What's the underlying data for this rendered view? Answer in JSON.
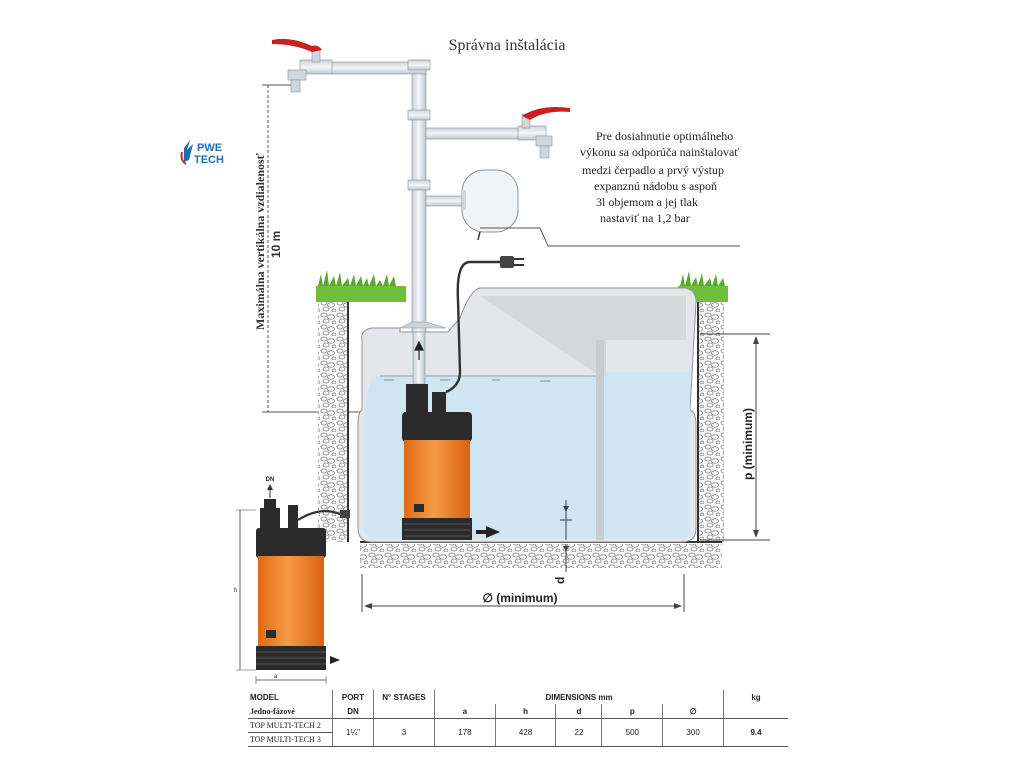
{
  "title": "Správna inštalácia",
  "logo": {
    "line1": "PWE",
    "line2": "TECH"
  },
  "note": [
    "Pre dosiahnutie optimálneho",
    "výkonu sa odporúča  nainštalovať",
    "medzi čerpadlo a prvý výstup",
    "expanznú nádobu s aspoň",
    "3l objemom a jej tlak",
    "nastaviť na 1,2 bar"
  ],
  "labels": {
    "vertical_distance": "Maximálna vertikálna vzdialenosť",
    "vertical_value": "10 m",
    "p_label": "p (minimum)",
    "d_label": "d",
    "diameter_label": "∅ (minimum)",
    "dn": "DN",
    "a": "a",
    "h": "h"
  },
  "table": {
    "headers": {
      "model": "MODEL",
      "model_sub": "Jedno-fázové",
      "port": "PORT",
      "port_sub": "DN",
      "stages": "N° STAGES",
      "dimensions": "DIMENSIONS mm",
      "kg": "kg",
      "dims": [
        "a",
        "h",
        "d",
        "p",
        "∅"
      ]
    },
    "rows": [
      {
        "model": "TOP MULTI-TECH 2"
      },
      {
        "model": "TOP MULTI-TECH 3"
      }
    ],
    "values": {
      "port": "1¼\"",
      "stages": "3",
      "a": "178",
      "h": "428",
      "d": "22",
      "p": "500",
      "diameter": "300",
      "kg": "9.4"
    }
  },
  "colors": {
    "pump_orange": "#ef7d22",
    "pump_black": "#2b2b2b",
    "water": "#cfe6f2",
    "tank": "#e4e6e9",
    "grass": "#6fbf3a",
    "valve_red": "#cc2020",
    "pipe": "#dde3e8",
    "logo_blue": "#1e6fb8"
  }
}
